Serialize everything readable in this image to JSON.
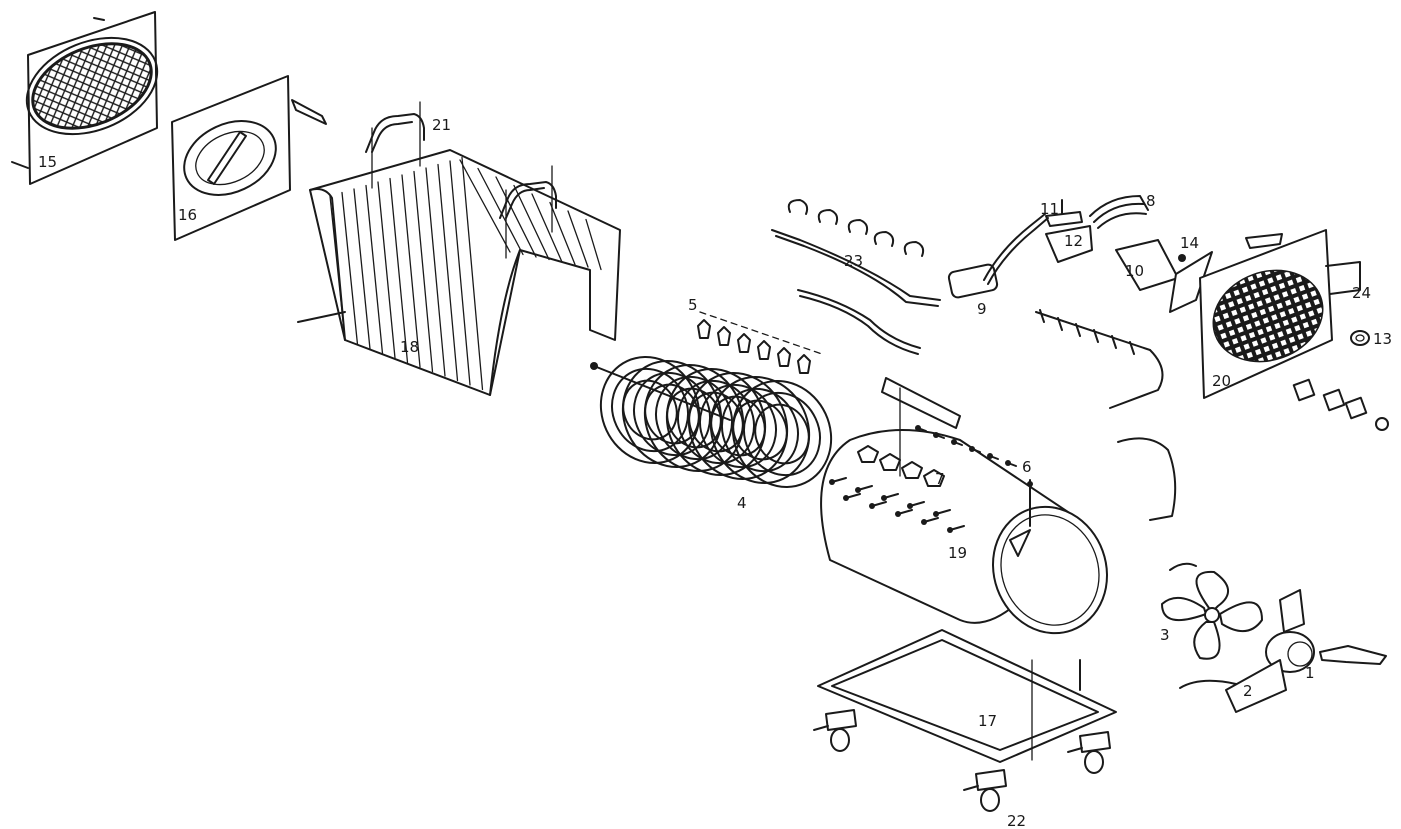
{
  "parts": [
    {
      "id": "p1",
      "label": "1"
    },
    {
      "id": "p2",
      "label": "2"
    },
    {
      "id": "p3",
      "label": "3"
    },
    {
      "id": "p4",
      "label": "4"
    },
    {
      "id": "p5",
      "label": "5"
    },
    {
      "id": "p6",
      "label": "6"
    },
    {
      "id": "p7",
      "label": "7"
    },
    {
      "id": "p8",
      "label": "8"
    },
    {
      "id": "p9",
      "label": "9"
    },
    {
      "id": "p10",
      "label": "10"
    },
    {
      "id": "p11",
      "label": "11"
    },
    {
      "id": "p12",
      "label": "12"
    },
    {
      "id": "p13",
      "label": "13"
    },
    {
      "id": "p14",
      "label": "14"
    },
    {
      "id": "p15",
      "label": "15"
    },
    {
      "id": "p16",
      "label": "16"
    },
    {
      "id": "p17",
      "label": "17"
    },
    {
      "id": "p18",
      "label": "18"
    },
    {
      "id": "p19",
      "label": "19"
    },
    {
      "id": "p20",
      "label": "20"
    },
    {
      "id": "p21",
      "label": "21"
    },
    {
      "id": "p22",
      "label": "22"
    },
    {
      "id": "p23",
      "label": "23"
    },
    {
      "id": "p24",
      "label": "24"
    }
  ]
}
